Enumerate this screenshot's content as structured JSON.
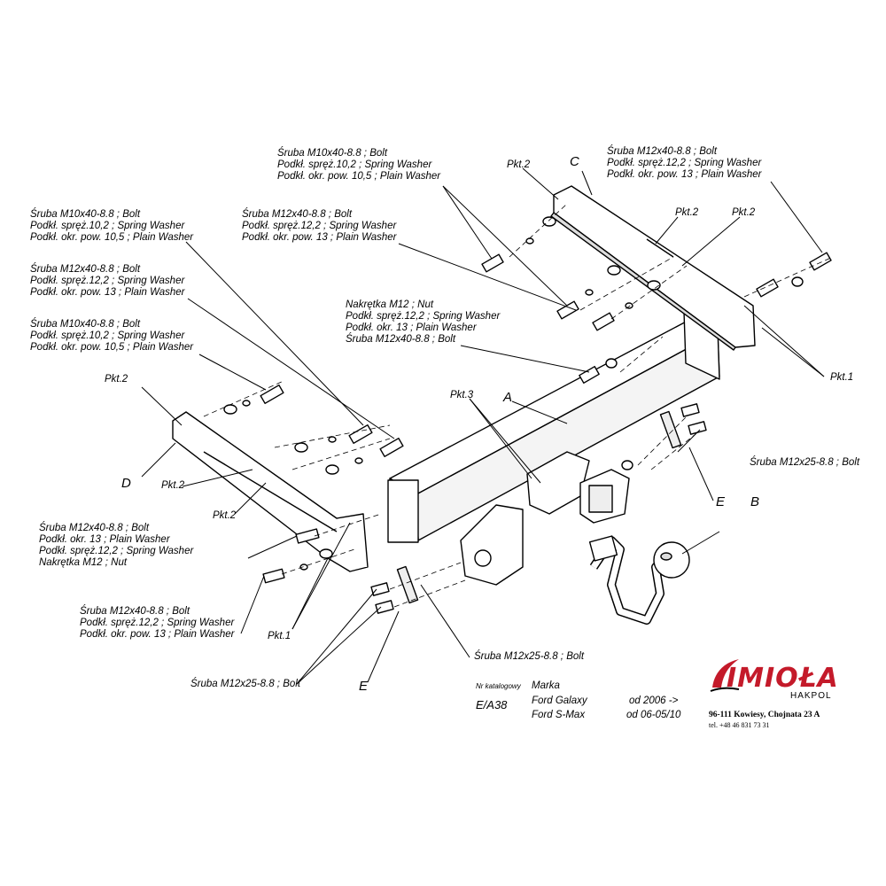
{
  "labels": {
    "bolt_top_center": [
      "Śruba M10x40-8.8 ;  Bolt",
      "Podkł. spręż.10,2 ; Spring Washer",
      "Podkł. okr. pow. 10,5 ; Plain Washer"
    ],
    "bolt_top_right": [
      "Śruba M12x40-8.8 ;  Bolt",
      "Podkł. spręż.12,2 ; Spring Washer",
      "Podkł. okr. pow. 13 ; Plain Washer"
    ],
    "bolt_left_1": [
      "Śruba M10x40-8.8 ;  Bolt",
      "Podkł. spręż.10,2 ; Spring Washer",
      "Podkł. okr. pow. 10,5 ; Plain Washer"
    ],
    "bolt_center_2": [
      "Śruba M12x40-8.8 ;  Bolt",
      "Podkł. spręż.12,2 ; Spring Washer",
      "Podkł. okr. pow. 13 ; Plain Washer"
    ],
    "bolt_left_2": [
      "Śruba M12x40-8.8 ;  Bolt",
      "Podkł. spręż.12,2 ; Spring Washer",
      "Podkł. okr. pow. 13 ; Plain Washer"
    ],
    "nut_center": [
      "Nakrętka  M12 ; Nut",
      "Podkł. spręż.12,2 ; Spring Washer",
      "Podkł. okr. 13 ; Plain Washer",
      "Śruba M12x40-8.8 ;  Bolt"
    ],
    "bolt_left_3": [
      "Śruba M10x40-8.8 ;  Bolt",
      "Podkł. spręż.10,2 ; Spring Washer",
      "Podkł. okr. pow. 10,5 ; Plain Washer"
    ],
    "bolt_lower_left": [
      "Śruba M12x40-8.8 ;  Bolt",
      "Podkł. okr. 13 ; Plain Washer",
      "Podkł. spręż.12,2 ; Spring Washer",
      "Nakrętka  M12 ; Nut"
    ],
    "bolt_bottom_left": [
      "Śruba M12x40-8.8 ;  Bolt",
      "Podkł. spręż.12,2 ; Spring Washer",
      "Podkł. okr. pow. 13 ; Plain Washer"
    ],
    "bolt_m12x25_right": "Śruba M12x25-8.8 ;  Bolt",
    "bolt_m12x25_center": "Śruba M12x25-8.8 ;  Bolt",
    "bolt_m12x25_left": "Śruba M12x25-8.8 ;  Bolt"
  },
  "pkt": {
    "top_left": "Pkt.2",
    "top_mid_a": "Pkt.2",
    "top_mid_b": "Pkt.2",
    "right": "Pkt.1",
    "left_top": "Pkt.2",
    "left_mid": "Pkt.2",
    "left_low": "Pkt.2",
    "center": "Pkt.3",
    "bottom": "Pkt.1"
  },
  "letters": {
    "A": "A",
    "B": "B",
    "C": "C",
    "D": "D",
    "E_right": "E",
    "E_bottom": "E"
  },
  "info": {
    "catalog_label": "Nr katalogowy",
    "catalog_value": "E/A38",
    "make_label": "Marka",
    "model_1": "Ford Galaxy",
    "model_2": "Ford S-Max",
    "year_1": "od 2006 ->",
    "year_2": "od 06-05/10"
  },
  "brand": {
    "logo": "IMIOŁA",
    "sub": "HAKPOL",
    "address": "96-111 Kowiesy, Chojnata 23 A",
    "phone": "tel. +48 46 831 73 31",
    "color": "#c41a2a"
  }
}
